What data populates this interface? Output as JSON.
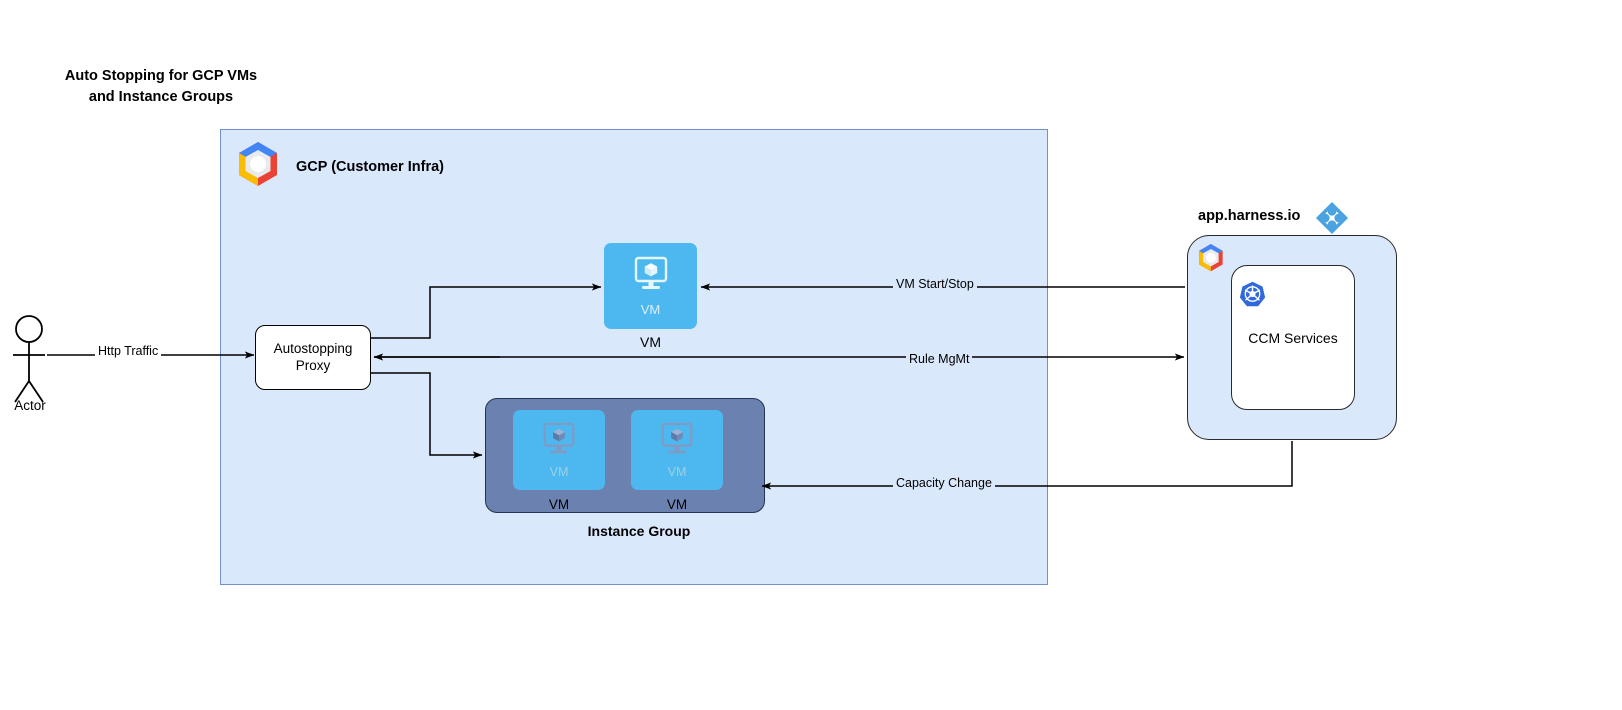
{
  "diagram": {
    "title": "Auto Stopping for GCP VMs\nand Instance Groups",
    "title_line1": "Auto Stopping for GCP VMs",
    "title_line2": "and Instance Groups"
  },
  "actor": {
    "label": "Actor",
    "icon": "stick-figure-actor-icon"
  },
  "gcp_container": {
    "label": "GCP (Customer Infra)",
    "icon": "gcp-hexagon-logo",
    "fill": "#dae8fc",
    "border": "#7291c7"
  },
  "proxy": {
    "line1": "Autostopping",
    "line2": "Proxy"
  },
  "vm": {
    "tile_caption": "VM",
    "under_label": "VM",
    "icon": "vm-monitor-cube-icon",
    "fill": "#4db8ef"
  },
  "instance_group": {
    "caption": "Instance Group",
    "fill": "#6b82b0",
    "border": "#23354f",
    "members": [
      {
        "tile_caption": "VM",
        "label": "VM",
        "icon": "vm-monitor-cube-icon"
      },
      {
        "tile_caption": "VM",
        "label": "VM",
        "icon": "vm-monitor-cube-icon"
      }
    ]
  },
  "harness": {
    "label": "app.harness.io",
    "logo_icon": "harness-diamond-logo",
    "gcp_icon": "gcp-hexagon-logo",
    "fill": "#dae8fc",
    "service": {
      "name": "CCM Services",
      "icon": "kubernetes-helm-icon",
      "icon_color": "#3069d9"
    }
  },
  "edges": [
    {
      "id": "http-traffic",
      "label": "Http Traffic",
      "from": "Actor",
      "to": "Autostopping Proxy"
    },
    {
      "id": "vm-start-stop",
      "label": "VM Start/Stop",
      "from": "CCM Services",
      "to": "VM"
    },
    {
      "id": "rule-mgmt",
      "label": "Rule MgMt",
      "from": "CCM Services",
      "to": "Autostopping Proxy"
    },
    {
      "id": "capacity-change",
      "label": "Capacity Change",
      "from": "CCM Services",
      "to": "Instance Group"
    }
  ]
}
